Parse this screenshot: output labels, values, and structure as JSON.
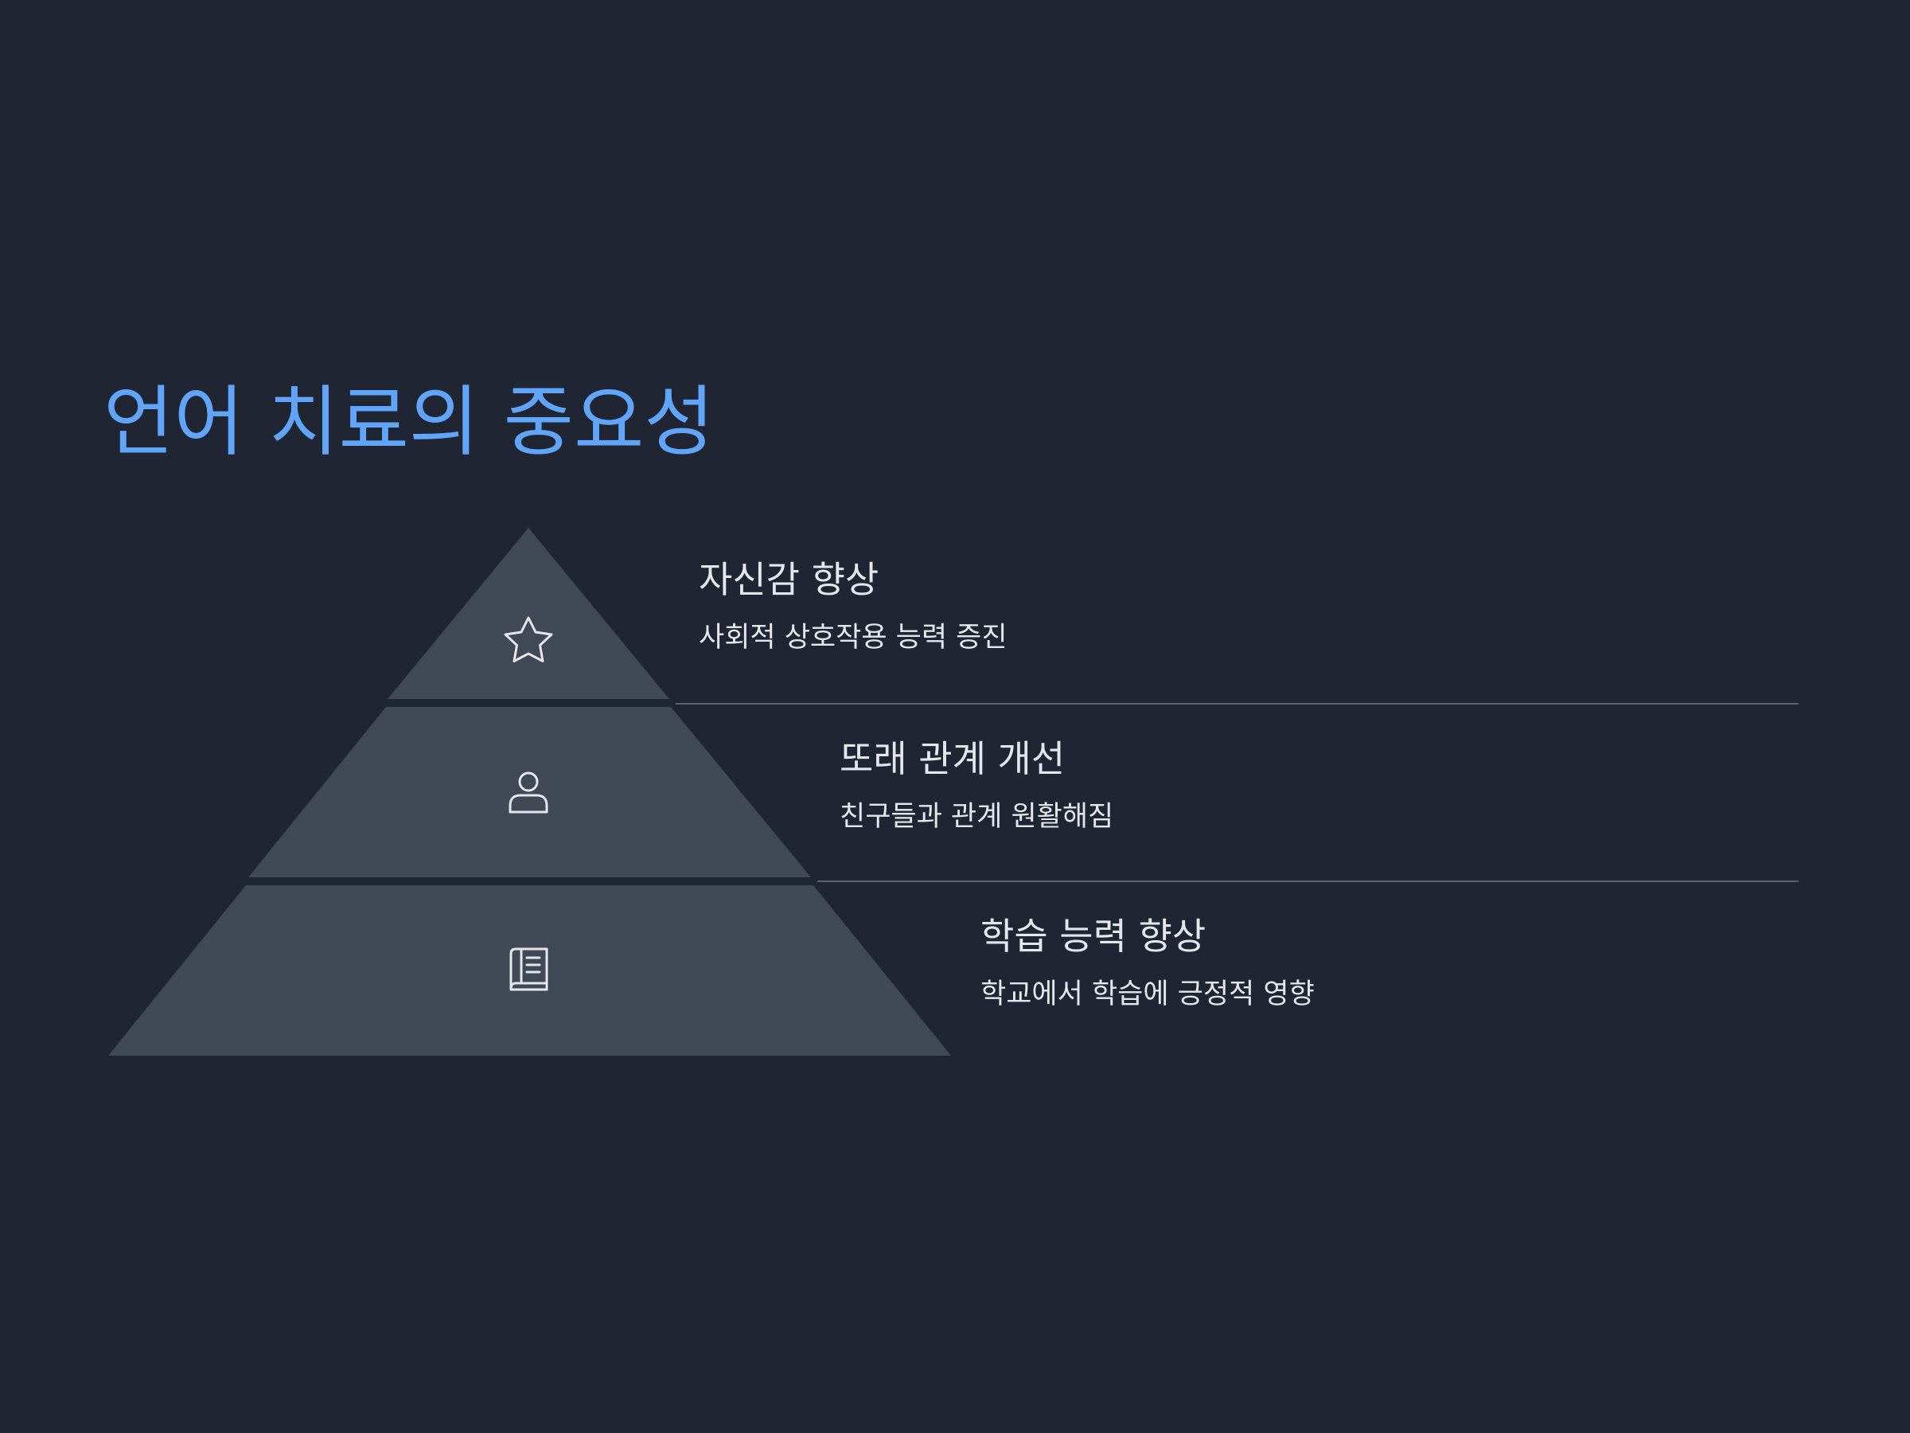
{
  "slide": {
    "title": "언어 치료의 중요성",
    "colors": {
      "background": "#1f2532",
      "title": "#60a5fa",
      "tier_fill": "#414856",
      "text": "#e5e7eb",
      "divider": "#5b6270",
      "icon_stroke": "#e5e7eb"
    },
    "tiers": [
      {
        "icon": "star-icon",
        "heading": "자신감 향상",
        "description": "사회적 상호작용 능력 증진"
      },
      {
        "icon": "user-icon",
        "heading": "또래 관계 개선",
        "description": "친구들과 관계 원활해짐"
      },
      {
        "icon": "book-icon",
        "heading": "학습 능력 향상",
        "description": "학교에서 학습에 긍정적 영향"
      }
    ]
  }
}
